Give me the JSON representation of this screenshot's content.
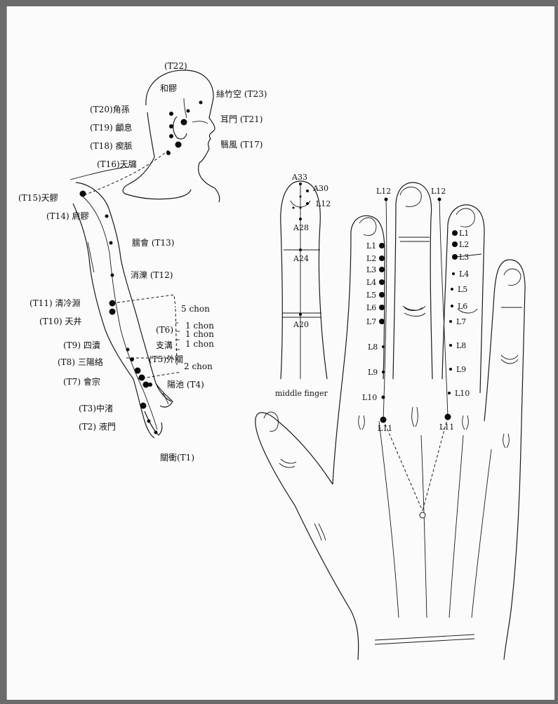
{
  "arm_labels": {
    "t22": "(T22)",
    "t22_cn": "和髎",
    "t23": "絲竹空 (T23)",
    "t20": "(T20)角孫",
    "t21": "耳門 (T21)",
    "t19": "(T19) 顱息",
    "t18": "(T18) 瘈脈",
    "t17": "翳風 (T17)",
    "t16": "(T16)天牖",
    "t15": "(T15)天髎",
    "t14": "(T14) 肩髎",
    "t13": "臑會 (T13)",
    "t12": "消濼 (T12)",
    "t11": "(T11) 清冷淵",
    "t10": "(T10) 天井",
    "t6": "(T6)",
    "t6_cn": "支溝",
    "t9": "(T9) 四瀆",
    "t8": "(T8) 三陽絡",
    "t5": "(T5)外關",
    "t7": "(T7) 會宗",
    "t4": "陽池 (T4)",
    "t3": "(T3)中渚",
    "t2": "(T2) 液門",
    "t1": "關衝(T1)",
    "chon5": "5 chon",
    "chon1a": "1 chon",
    "chon1b": "1 chon",
    "chon1c": "1 chon",
    "chon2": "2 chon"
  },
  "finger_labels": {
    "a33": "A33",
    "a30": "A30",
    "l12": "L12",
    "a28": "A28",
    "a24": "A24",
    "a20": "A20",
    "caption": "middle finger"
  },
  "hand_labels": {
    "l12_left": "L12",
    "l12_right": "L12",
    "left": [
      "L1",
      "L2",
      "L3",
      "L4",
      "L5",
      "L6",
      "L7",
      "L8",
      "L9",
      "L10",
      "L11"
    ],
    "right": [
      "L1",
      "L2",
      "L3",
      "L4",
      "L5",
      "L6",
      "L7",
      "L8",
      "L9",
      "L10",
      "L11"
    ]
  }
}
